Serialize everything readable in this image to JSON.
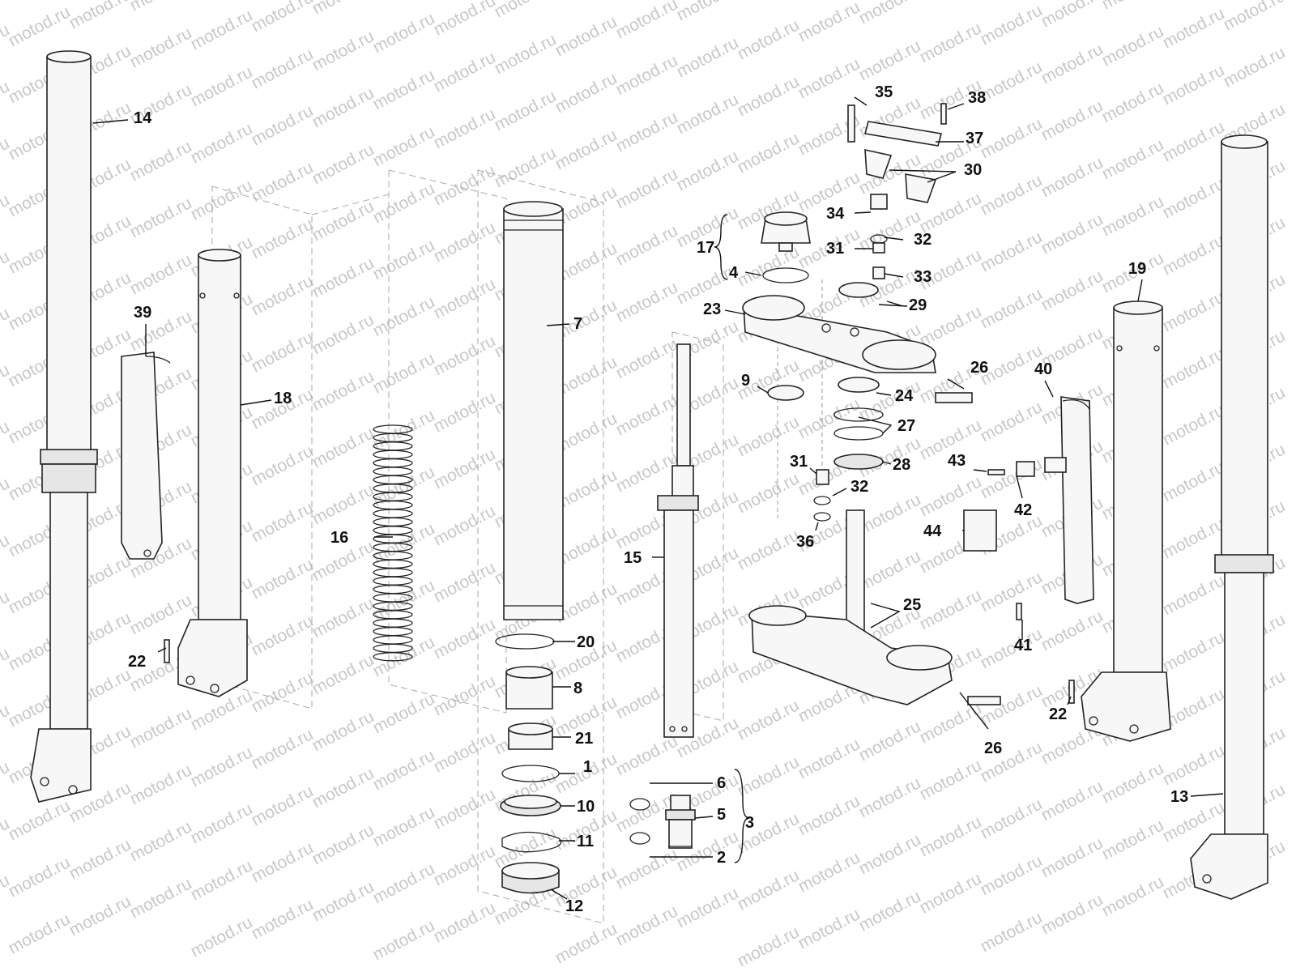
{
  "diagram": {
    "watermark": "motod.ru",
    "callouts": {
      "c1": "1",
      "c2": "2",
      "c3": "3",
      "c4": "4",
      "c5": "5",
      "c6": "6",
      "c7": "7",
      "c8": "8",
      "c9": "9",
      "c10": "10",
      "c11": "11",
      "c12": "12",
      "c13": "13",
      "c14": "14",
      "c15": "15",
      "c16": "16",
      "c17": "17",
      "c18": "18",
      "c19": "19",
      "c20": "20",
      "c21": "21",
      "c22a": "22",
      "c22b": "22",
      "c23": "23",
      "c24": "24",
      "c25": "25",
      "c26a": "26",
      "c26b": "26",
      "c27": "27",
      "c28": "28",
      "c29": "29",
      "c30": "30",
      "c31a": "31",
      "c31b": "31",
      "c32a": "32",
      "c32b": "32",
      "c33": "33",
      "c34": "34",
      "c35": "35",
      "c36": "36",
      "c37": "37",
      "c38": "38",
      "c39": "39",
      "c40": "40",
      "c41": "41",
      "c42": "42",
      "c43": "43",
      "c44": "44"
    }
  }
}
